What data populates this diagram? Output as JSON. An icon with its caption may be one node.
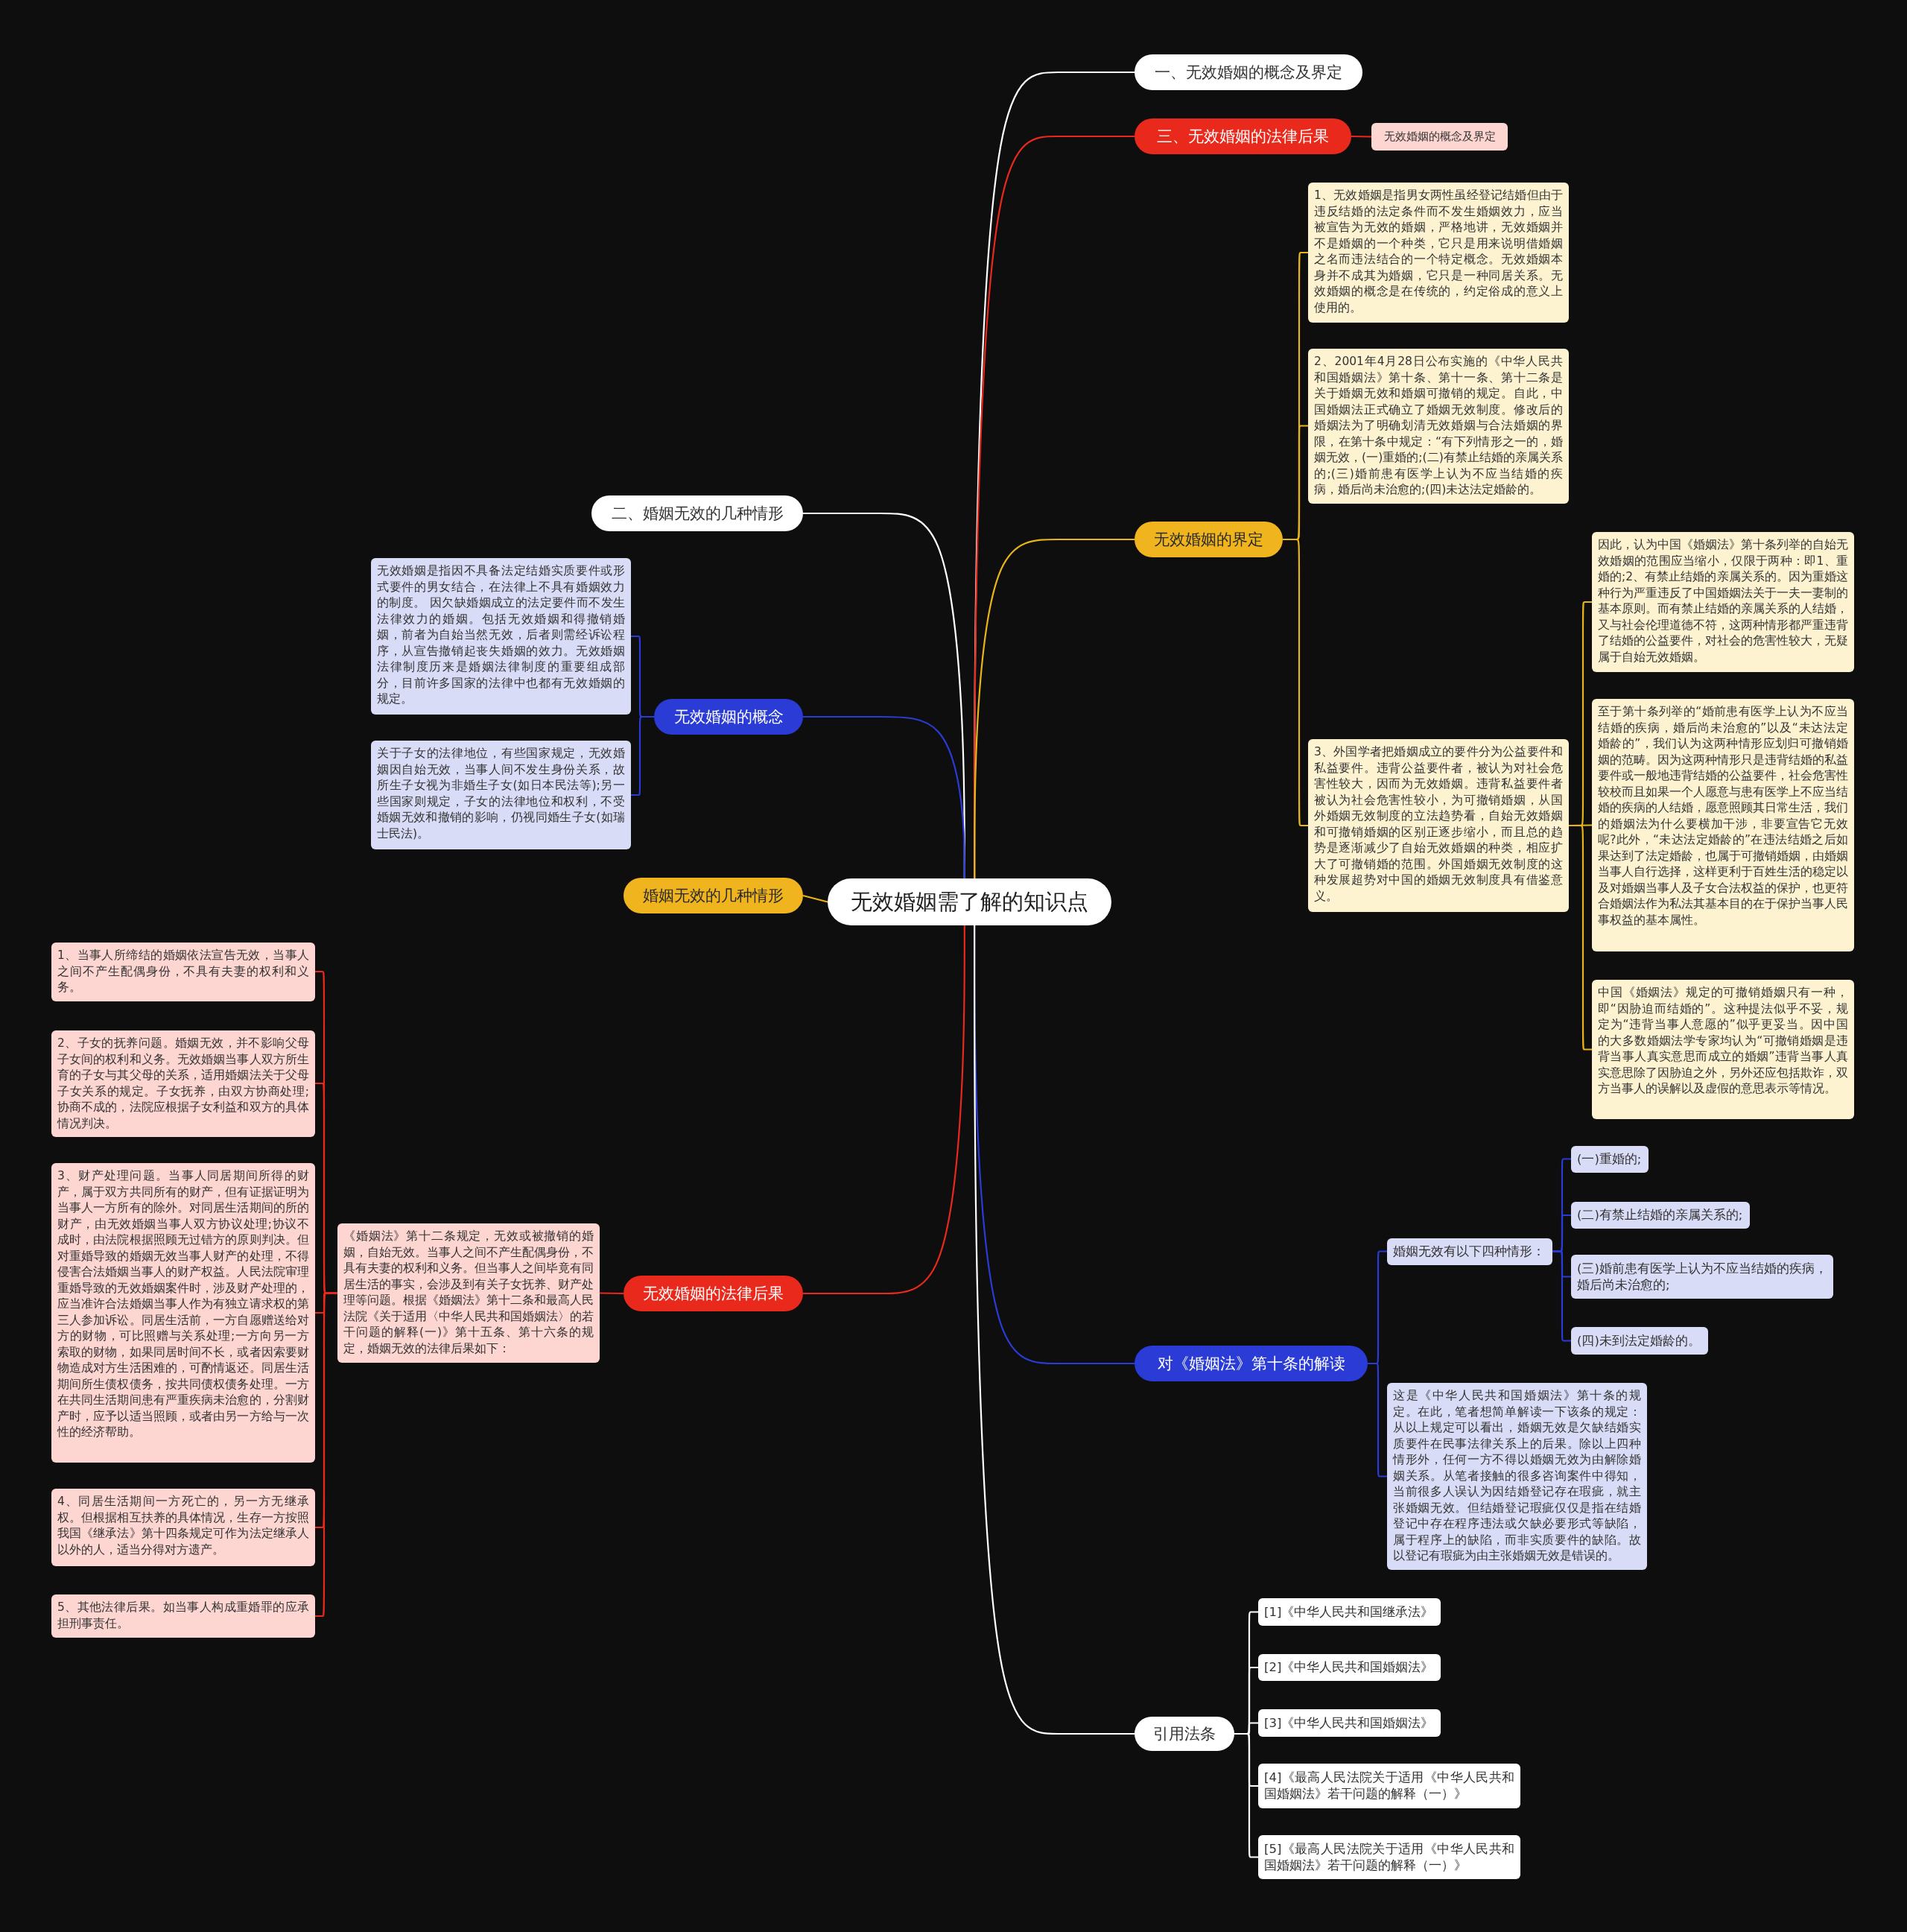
{
  "diagram": {
    "nodes": [
      {
        "text": [
          "无效婚姻需了解的知识点"
        ]
      },
      {
        "text": [
          "一、无效婚姻的概念及界定"
        ]
      },
      {
        "text": [
          "三、无效婚姻的法律后果"
        ]
      },
      {
        "text": [
          "无效婚姻的概念及界定"
        ]
      },
      {
        "text": [
          "无效婚姻的界定"
        ]
      },
      {
        "text": [
          "1、无效婚姻是指男女两性虽经登记结婚但由于违反结婚的法定条件而不发生婚姻效力，应当被宣告为无效的婚姻，严格地讲，无效婚姻并不是婚姻的一个种类，它只是用来说明借婚姻之名而违法结合的一个特定概念。无效婚姻本身并不成其为婚姻，它只是一种同居关系。无效婚姻的概念是在传统的，约定俗成的意义上使用的。"
        ]
      },
      {
        "text": [
          "2、2001年4月28日公布实施的《中华人民共和国婚姻法》第十条、第十一条、第十二条是关于婚姻无效和婚姻可撤销的规定。自此，中国婚姻法正式确立了婚姻无效制度。修改后的婚姻法为了明确划清无效婚姻与合法婚姻的界限，在第十条中规定：“有下列情形之一的，婚姻无效，(一)重婚的;(二)有禁止结婚的亲属关系的;(三)婚前患有医学上认为不应当结婚的疾病，婚后尚未治愈的;(四)未达法定婚龄的。"
        ]
      },
      {
        "text": [
          "3、外国学者把婚姻成立的要件分为公益要件和私益要件。违背公益要件者，被认为对社会危害性较大，因而为无效婚姻。违背私益要件者被认为社会危害性较小，为可撤销婚姻，从国外婚姻无效制度的立法趋势看，自始无效婚姻和可撤销婚姻的区别正逐步缩小，而且总的趋势是逐渐减少了自始无效婚姻的种类，相应扩大了可撤销婚的范围。外国婚姻无效制度的这种发展超势对中国的婚姻无效制度具有借鉴意义。"
        ]
      },
      {
        "text": [
          "因此，认为中国《婚姻法》第十条列举的自始无效婚姻的范围应当缩小，仅限于两种：即1、重婚的;2、有禁止结婚的亲属关系的。因为重婚这种行为严重违反了中国婚姻法关于一夫一妻制的基本原则。而有禁止结婚的亲属关系的人结婚，又与社会伦理道德不符，这两种情形都严重违背了结婚的公益要件，对社会的危害性较大，无疑属于自始无效婚姻。"
        ]
      },
      {
        "text": [
          "至于第十条列举的“婚前患有医学上认为不应当结婚的疾病，婚后尚未治愈的”以及“未达法定婚龄的”，我们认为这两种情形应划归可撤销婚姻的范畴。因为这两种情形只是违背结婚的私益要件或一般地违背结婚的公益要件，社会危害性较校而且如果一个人愿意与患有医学上不应当结婚的疾病的人结婚，愿意照顾其日常生活，我们的婚姻法为什么要横加干涉，非要宣告它无效呢?此外，“未达法定婚龄的”在违法结婚之后如果达到了法定婚龄，也属于可撤销婚姻，由婚姻当事人自行选择，这样更利于百姓生活的稳定以及对婚姻当事人及子女合法权益的保护，也更符合婚姻法作为私法其基本目的在于保护当事人民事权益的基本属性。"
        ]
      },
      {
        "text": [
          "中国《婚姻法》规定的可撤销婚姻只有一种，即“因胁迫而结婚的”。这种提法似乎不妥，规定为“违背当事人意愿的”似乎更妥当。因中国的大多数婚姻法学专家均认为“可撤销婚姻是违背当事人真实意思而成立的婚姻”违背当事人真实意思除了因胁迫之外，另外还应包括欺诈，双方当事人的误解以及虚假的意思表示等情况。"
        ]
      },
      {
        "text": [
          "二、婚姻无效的几种情形"
        ]
      },
      {
        "text": [
          "无效婚姻的概念"
        ]
      },
      {
        "text": [
          "无效婚姻是指因不具备法定结婚实质要件或形式要件的男女结合，在法律上不具有婚姻效力的制度。 因欠缺婚姻成立的法定要件而不发生法律效力的婚姻。包括无效婚姻和得撤销婚姻，前者为自始当然无效，后者则需经诉讼程序，从宣告撤销起丧失婚姻的效力。无效婚姻法律制度历来是婚姻法律制度的重要组成部分，目前许多国家的法律中也都有无效婚姻的规定。"
        ]
      },
      {
        "text": [
          "关于子女的法律地位，有些国家规定，无效婚姻因自始无效，当事人间不发生身份关系，故所生子女视为非婚生子女(如日本民法等);另一些国家则规定，子女的法律地位和权利，不受婚姻无效和撤销的影响，仍视同婚生子女(如瑞士民法)。"
        ]
      },
      {
        "text": [
          "婚姻无效的几种情形"
        ]
      },
      {
        "text": [
          "无效婚姻的法律后果"
        ]
      },
      {
        "text": [
          "《婚姻法》第十二条规定，无效或被撤销的婚姻，自始无效。当事人之间不产生配偶身份，不具有夫妻的权利和义务。但当事人之间毕竟有同居生活的事实，会涉及到有关子女抚养、财产处理等问题。根据《婚姻法》第十二条和最高人民法院《关于适用〈中华人民共和国婚姻法〉的若干问题的解释(一)》第十五条、第十六条的规定，婚姻无效的法律后果如下："
        ]
      },
      {
        "text": [
          "1、当事人所缔结的婚姻依法宣告无效，当事人之间不产生配偶身份，不具有夫妻的权利和义务。"
        ]
      },
      {
        "text": [
          "2、子女的抚养问题。婚姻无效，并不影响父母子女间的权利和义务。无效婚姻当事人双方所生育的子女与其父母的关系，适用婚姻法关于父母子女关系的规定。子女抚养，由双方协商处理;协商不成的，法院应根据子女利益和双方的具体情况判决。"
        ]
      },
      {
        "text": [
          "3、财产处理问题。当事人同居期间所得的财产，属于双方共同所有的财产，但有证据证明为当事人一方所有的除外。对同居生活期间的所的财产，由无效婚姻当事人双方协议处理;协议不成时，由法院根据照顾无过错方的原则判决。但对重婚导致的婚姻无效当事人财产的处理，不得侵害合法婚姻当事人的财产权益。人民法院审理重婚导致的无效婚姻案件时，涉及财产处理的，应当准许合法婚姻当事人作为有独立请求权的第三人参加诉讼。同居生活前，一方自愿赠送给对方的财物，可比照赠与关系处理;一方向另一方索取的财物，如果同居时间不长，或者因索要财物造成对方生活困难的，可酌情返还。同居生活期间所生债权债务，按共同债权债务处理。一方在共同生活期间患有严重疾病未治愈的，分割财产时，应予以适当照顾，或者由另一方给与一次性的经济帮助。"
        ]
      },
      {
        "text": [
          "4、同居生活期间一方死亡的，另一方无继承权。但根据相互扶养的具体情况，生存一方按照我国《继承法》第十四条规定可作为法定继承人以外的人，适当分得对方遗产。"
        ]
      },
      {
        "text": [
          "5、其他法律后果。如当事人构成重婚罪的应承担刑事责任。"
        ]
      },
      {
        "text": [
          "对《婚姻法》第十条的解读"
        ]
      },
      {
        "text": [
          "婚姻无效有以下四种情形："
        ]
      },
      {
        "text": [
          "(一)重婚的;"
        ]
      },
      {
        "text": [
          "(二)有禁止结婚的亲属关系的;"
        ]
      },
      {
        "text": [
          "(三)婚前患有医学上认为不应当结婚的疾病，婚后尚未治愈的;"
        ]
      },
      {
        "text": [
          "(四)未到法定婚龄的。"
        ]
      },
      {
        "text": [
          "这是《中华人民共和国婚姻法》第十条的规定。在此，笔者想简单解读一下该条的规定：从以上规定可以看出，婚姻无效是欠缺结婚实质要件在民事法律关系上的后果。除以上四种情形外，任何一方不得以婚姻无效为由解除婚姻关系。从笔者接触的很多咨询案件中得知，当前很多人误认为因结婚登记存在瑕疵，就主张婚姻无效。但结婚登记瑕疵仅仅是指在结婚登记中存在程序违法或欠缺必要形式等缺陷，属于程序上的缺陷，而非实质要件的缺陷。故以登记有瑕疵为由主张婚姻无效是错误的。"
        ]
      },
      {
        "text": [
          "引用法条"
        ]
      },
      {
        "text": [
          "[1]《中华人民共和国继承法》"
        ]
      },
      {
        "text": [
          "[2]《中华人民共和国婚姻法》"
        ]
      },
      {
        "text": [
          "[3]《中华人民共和国婚姻法》"
        ]
      },
      {
        "text": [
          "[4]《最高人民法院关于适用《中华人民共和国婚姻法》若干问题的解释（一）》"
        ]
      },
      {
        "text": [
          "[5]《最高人民法院关于适用《中华人民共和国婚姻法》若干问题的解释（一）》"
        ]
      }
    ],
    "edges": [
      {
        "from": 0,
        "to": 1,
        "arrow": "none",
        "color": "#ffffff"
      },
      {
        "from": 0,
        "to": 2,
        "arrow": "none",
        "color": "#e8291c"
      },
      {
        "from": 2,
        "to": 3,
        "arrow": "none",
        "color": "#e8291c"
      },
      {
        "from": 0,
        "to": 4,
        "arrow": "none",
        "color": "#e8b417"
      },
      {
        "from": 4,
        "to": 5,
        "arrow": "none",
        "color": "#e8b417"
      },
      {
        "from": 4,
        "to": 6,
        "arrow": "none",
        "color": "#e8b417"
      },
      {
        "from": 4,
        "to": 7,
        "arrow": "none",
        "color": "#e8b417"
      },
      {
        "from": 7,
        "to": 8,
        "arrow": "none",
        "color": "#e8b417"
      },
      {
        "from": 7,
        "to": 9,
        "arrow": "none",
        "color": "#e8b417"
      },
      {
        "from": 7,
        "to": 10,
        "arrow": "none",
        "color": "#e8b417"
      },
      {
        "from": 0,
        "to": 11,
        "arrow": "none",
        "color": "#ffffff"
      },
      {
        "from": 0,
        "to": 12,
        "arrow": "none"
      },
      {
        "from": 12,
        "to": 13,
        "arrow": "none"
      },
      {
        "from": 12,
        "to": 14,
        "arrow": "none"
      },
      {
        "from": 0,
        "to": 15,
        "arrow": "none",
        "color": "#e8b417"
      },
      {
        "from": 0,
        "to": 16,
        "arrow": "none",
        "color": "#e8291c"
      },
      {
        "from": 16,
        "to": 17,
        "arrow": "none",
        "color": "#e8291c"
      },
      {
        "from": 17,
        "to": 18,
        "arrow": "none",
        "color": "#e8291c"
      },
      {
        "from": 17,
        "to": 19,
        "arrow": "none",
        "color": "#e8291c"
      },
      {
        "from": 17,
        "to": 20,
        "arrow": "none",
        "color": "#e8291c"
      },
      {
        "from": 17,
        "to": 21,
        "arrow": "none",
        "color": "#e8291c"
      },
      {
        "from": 17,
        "to": 22,
        "arrow": "none",
        "color": "#e8291c"
      },
      {
        "from": 0,
        "to": 23,
        "arrow": "none"
      },
      {
        "from": 23,
        "to": 24,
        "arrow": "none"
      },
      {
        "from": 24,
        "to": 25,
        "arrow": "none"
      },
      {
        "from": 24,
        "to": 26,
        "arrow": "none"
      },
      {
        "from": 24,
        "to": 27,
        "arrow": "none"
      },
      {
        "from": 24,
        "to": 28,
        "arrow": "none"
      },
      {
        "from": 23,
        "to": 29,
        "arrow": "none"
      },
      {
        "from": 0,
        "to": 30,
        "arrow": "none",
        "color": "#ffffff"
      },
      {
        "from": 30,
        "to": 31,
        "arrow": "none",
        "color": "#ffffff"
      },
      {
        "from": 30,
        "to": 32,
        "arrow": "none",
        "color": "#ffffff"
      },
      {
        "from": 30,
        "to": 33,
        "arrow": "none",
        "color": "#ffffff"
      },
      {
        "from": 30,
        "to": 34,
        "arrow": "none",
        "color": "#ffffff"
      },
      {
        "from": 30,
        "to": 35,
        "arrow": "none",
        "color": "#ffffff"
      }
    ]
  }
}
